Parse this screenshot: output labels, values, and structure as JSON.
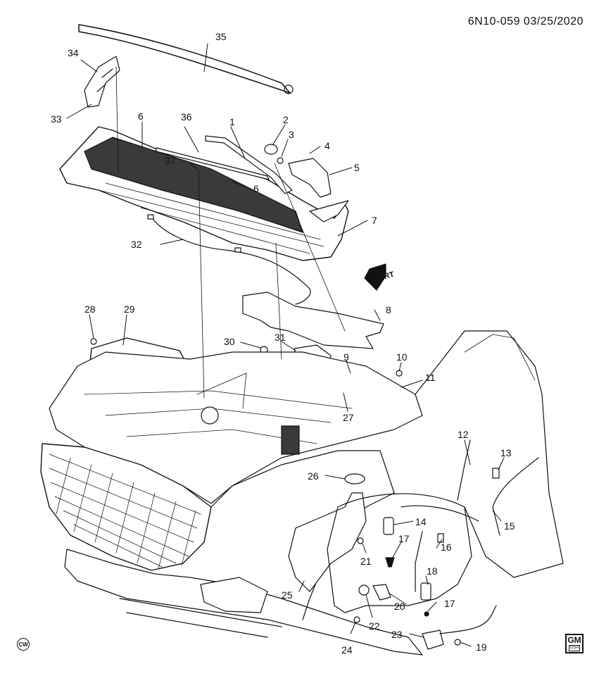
{
  "header": {
    "code": "6N10-059 03/25/2020"
  },
  "badges": {
    "cw": "CW",
    "gm_logo": "GM",
    "gm_sub": "GSA"
  },
  "direction": {
    "front": "FRT"
  },
  "callouts": [
    {
      "id": "1",
      "label": "1"
    },
    {
      "id": "2",
      "label": "2"
    },
    {
      "id": "3",
      "label": "3"
    },
    {
      "id": "4",
      "label": "4"
    },
    {
      "id": "5",
      "label": "5"
    },
    {
      "id": "6a",
      "label": "6"
    },
    {
      "id": "6b",
      "label": "6"
    },
    {
      "id": "7",
      "label": "7"
    },
    {
      "id": "8",
      "label": "8"
    },
    {
      "id": "9",
      "label": "9"
    },
    {
      "id": "10",
      "label": "10"
    },
    {
      "id": "11",
      "label": "11"
    },
    {
      "id": "12",
      "label": "12"
    },
    {
      "id": "13",
      "label": "13"
    },
    {
      "id": "14",
      "label": "14"
    },
    {
      "id": "15",
      "label": "15"
    },
    {
      "id": "16",
      "label": "16"
    },
    {
      "id": "17a",
      "label": "17"
    },
    {
      "id": "17b",
      "label": "17"
    },
    {
      "id": "18",
      "label": "18"
    },
    {
      "id": "19",
      "label": "19"
    },
    {
      "id": "20",
      "label": "20"
    },
    {
      "id": "21",
      "label": "21"
    },
    {
      "id": "22",
      "label": "22"
    },
    {
      "id": "23",
      "label": "23"
    },
    {
      "id": "24",
      "label": "24"
    },
    {
      "id": "25",
      "label": "25"
    },
    {
      "id": "26",
      "label": "26"
    },
    {
      "id": "27",
      "label": "27"
    },
    {
      "id": "28",
      "label": "28"
    },
    {
      "id": "29",
      "label": "29"
    },
    {
      "id": "30",
      "label": "30"
    },
    {
      "id": "31",
      "label": "31"
    },
    {
      "id": "32",
      "label": "32"
    },
    {
      "id": "33",
      "label": "33"
    },
    {
      "id": "34",
      "label": "34"
    },
    {
      "id": "35",
      "label": "35"
    },
    {
      "id": "36",
      "label": "36"
    },
    {
      "id": "37",
      "label": "37"
    }
  ]
}
